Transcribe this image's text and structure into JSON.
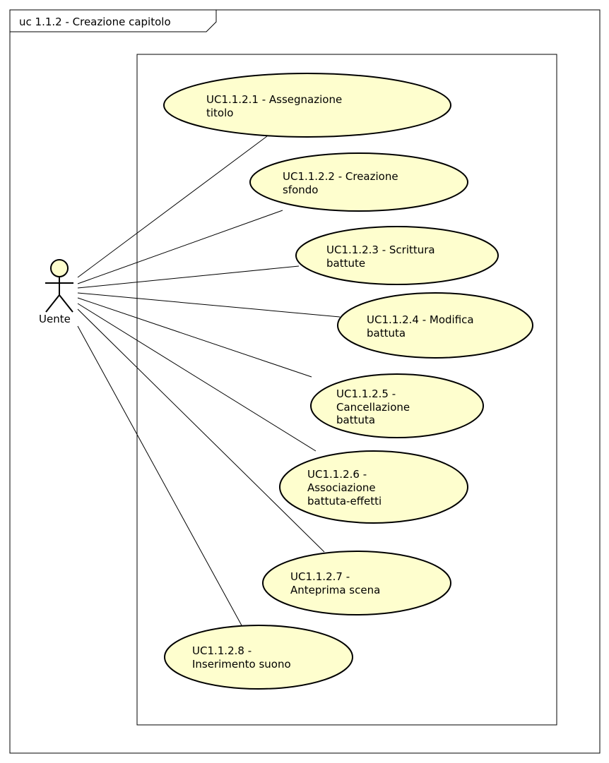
{
  "frame": {
    "title": "uc 1.1.2 - Creazione capitolo"
  },
  "actor": {
    "name": "Uente"
  },
  "colors": {
    "use_case_fill": "#FEFECE",
    "stroke": "#000000",
    "background": "#FFFFFF"
  },
  "use_cases": [
    {
      "id": "uc1",
      "lines": [
        "UC1.1.2.1 - Assegnazione",
        "titolo"
      ]
    },
    {
      "id": "uc2",
      "lines": [
        "UC1.1.2.2 - Creazione",
        "sfondo"
      ]
    },
    {
      "id": "uc3",
      "lines": [
        "UC1.1.2.3 - Scrittura",
        "battute"
      ]
    },
    {
      "id": "uc4",
      "lines": [
        "UC1.1.2.4 - Modifica",
        "battuta"
      ]
    },
    {
      "id": "uc5",
      "lines": [
        "UC1.1.2.5 -",
        "Cancellazione",
        "battuta"
      ]
    },
    {
      "id": "uc6",
      "lines": [
        "UC1.1.2.6 -",
        "Associazione",
        "battuta-effetti"
      ]
    },
    {
      "id": "uc7",
      "lines": [
        "UC1.1.2.7 -",
        "Anteprima scena"
      ]
    },
    {
      "id": "uc8",
      "lines": [
        "UC1.1.2.8 -",
        "Inserimento suono"
      ]
    }
  ]
}
